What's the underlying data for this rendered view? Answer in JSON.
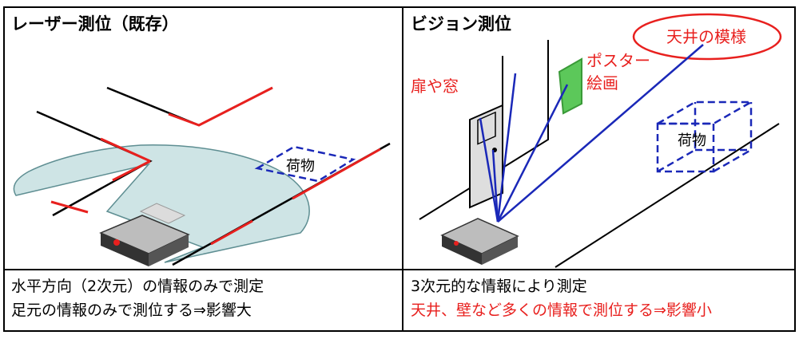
{
  "left_panel": {
    "title": "レーザー測位（既存）",
    "cargo_label": "荷物",
    "desc_line1": "水平方向（2次元）の情報のみで測定",
    "desc_line2": "足元の情報のみで測位する⇒影響大"
  },
  "right_panel": {
    "title": "ビジョン測位",
    "ceiling_label": "天井の模様",
    "poster_label_line1": "ポスター",
    "poster_label_line2": "絵画",
    "door_label": "扉や窓",
    "cargo_label": "荷物",
    "desc_line1": "3次元的な情報により測定",
    "desc_line2": "天井、壁など多くの情報で測位する⇒影響小"
  },
  "colors": {
    "laser_red": "#e8201e",
    "scan_area": "#c5dfe0",
    "vision_blue": "#1a28b8",
    "poster_green": "#5cc85a",
    "annotation_red": "#e8201e"
  }
}
